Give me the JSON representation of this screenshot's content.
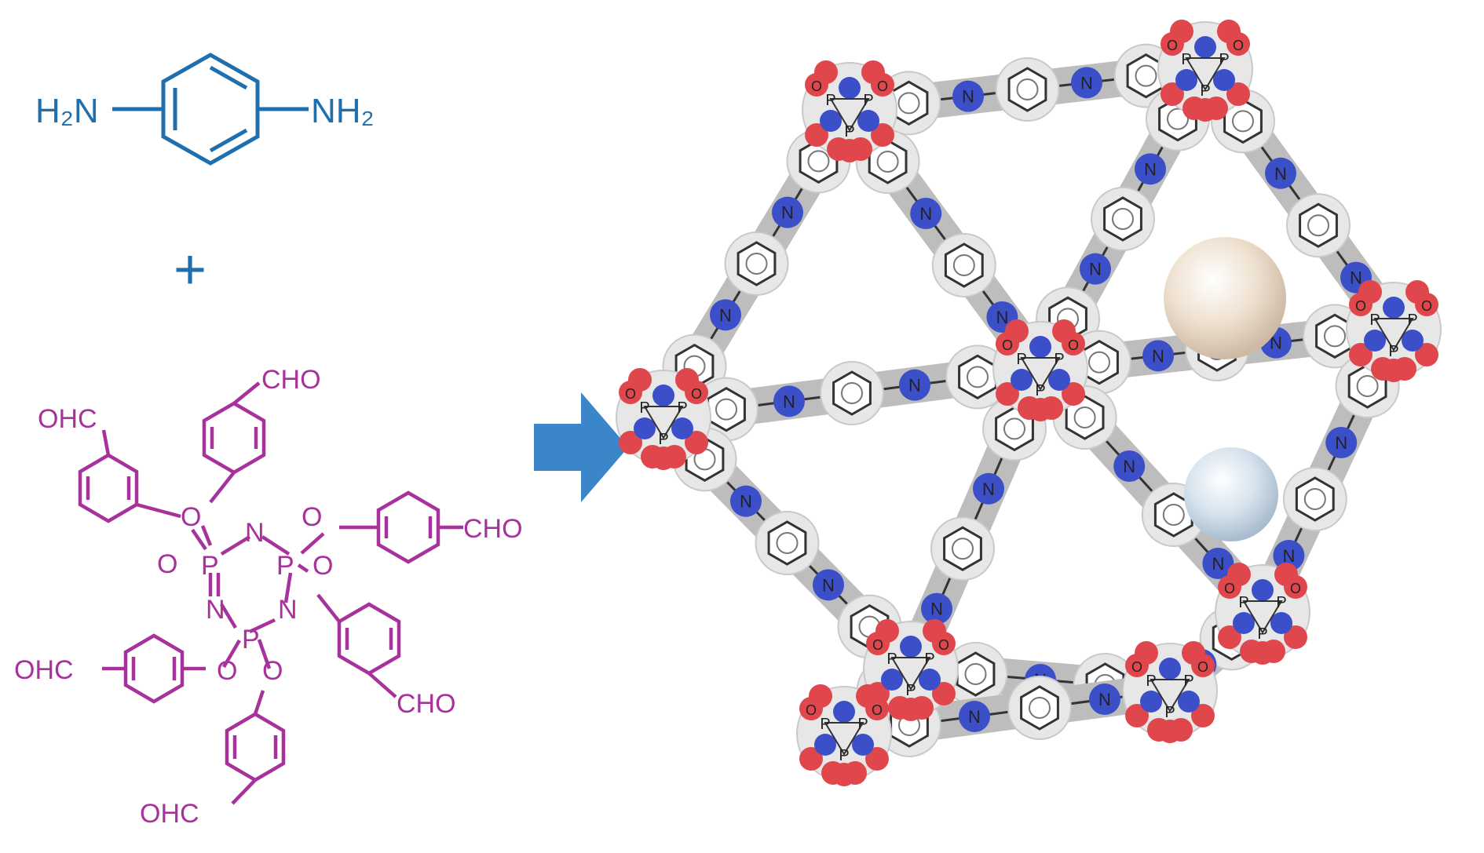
{
  "diamine": {
    "left_group": "H₂N",
    "right_group": "NH₂",
    "color": "#1f6fae"
  },
  "plus_sign": "+",
  "aldehyde": {
    "color": "#a8329c",
    "cho_labels": [
      "CHO",
      "OHC",
      "CHO",
      "OHC",
      "CHO",
      "OHC"
    ],
    "o_label": "O",
    "p_label": "P",
    "n_label": "N"
  },
  "arrow": {
    "color": "#3a86c8"
  },
  "framework": {
    "n_label": "N",
    "o_label": "O",
    "p_label": "P",
    "node_colors": {
      "oxygen": "#e0474c",
      "nitrogen": "#3b4fc9",
      "halo": "#e7e7e7"
    },
    "guest_colors": [
      "#efe1d0",
      "#d6e3ee"
    ]
  }
}
